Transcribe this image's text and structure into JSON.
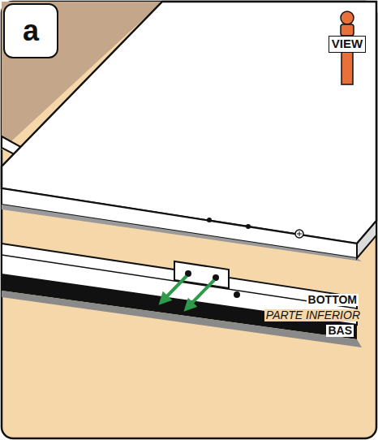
{
  "diagram": {
    "nodes": [
      {
        "text": [
          "a"
        ]
      }
    ],
    "labels": [
      "VIEW",
      "BOTTOM",
      "PARTE INFERIOR",
      "BAS"
    ]
  }
}
